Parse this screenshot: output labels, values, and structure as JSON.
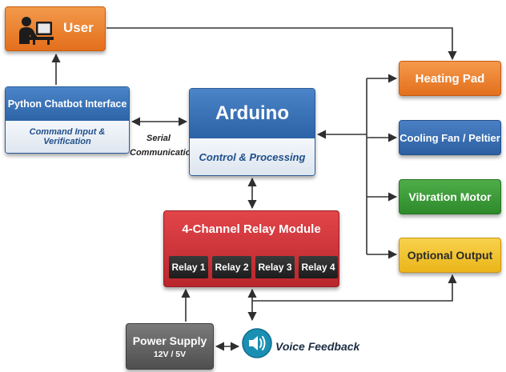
{
  "user": {
    "label": "User",
    "icon": "user-at-laptop-icon"
  },
  "chatbot": {
    "title": "Python Chatbot Interface",
    "subtitle": "Command Input & Verification"
  },
  "serial": {
    "line1": "Serial",
    "line2": "Communication"
  },
  "arduino": {
    "title": "Arduino",
    "subtitle": "Control & Processing"
  },
  "relay": {
    "title": "4-Channel Relay Module",
    "channels": [
      "Relay 1",
      "Relay 2",
      "Relay 3",
      "Relay 4"
    ]
  },
  "outputs": {
    "heating": "Heating Pad",
    "cooling": "Cooling Fan / Peltier",
    "vibration": "Vibration Motor",
    "optional": "Optional Output"
  },
  "power": {
    "title": "Power Supply",
    "subtitle": "12V / 5V"
  },
  "voice": {
    "label": "Voice Feedback",
    "icon": "speaker-icon"
  },
  "colors": {
    "orange": "#e8781f",
    "blue": "#2f67ab",
    "red": "#c92f34",
    "green": "#38963a",
    "yellow": "#f0bf22",
    "gray": "#5e5e5e",
    "teal": "#1a8fb3",
    "line": "#333333"
  }
}
